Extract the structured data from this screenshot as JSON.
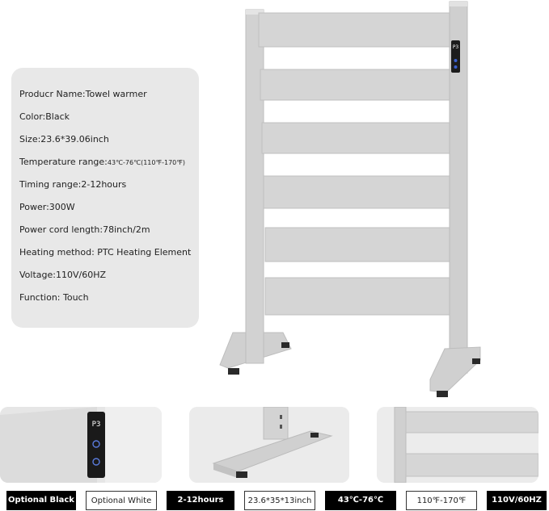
{
  "specs": [
    {
      "label": "Producr Name:",
      "value": "Towel warmer"
    },
    {
      "label": "Color:",
      "value": "Black"
    },
    {
      "label": "Size:",
      "value": "23.6*39.06inch"
    },
    {
      "label": "Temperature range:",
      "value": "43℃-76℃(110℉-170℉)"
    },
    {
      "label": "Timing range:",
      "value": "2-12hours"
    },
    {
      "label": "Power:",
      "value": "300W"
    },
    {
      "label": "Power cord length:",
      "value": "78inch/2m"
    },
    {
      "label": "Heating method: ",
      "value": "PTC Heating Element"
    },
    {
      "label": "Voltage:",
      "value": "110V/60HZ"
    },
    {
      "label": "Function: ",
      "value": "Touch"
    }
  ],
  "panel_display": "P3",
  "tags": [
    {
      "label": "Optional Black",
      "style": "dark"
    },
    {
      "label": "Optional White",
      "style": "light"
    },
    {
      "label": "2-12hours",
      "style": "dark"
    },
    {
      "label": "23.6*35*13inch",
      "style": "light"
    },
    {
      "label": "43℃-76℃",
      "style": "dark"
    },
    {
      "label": "110℉-170℉",
      "style": "light"
    },
    {
      "label": "110V/60HZ",
      "style": "dark"
    }
  ],
  "colors": {
    "dark_tag": "#000000",
    "panel_bg": "#e8e8e8",
    "rack": "#d4d4d4"
  }
}
